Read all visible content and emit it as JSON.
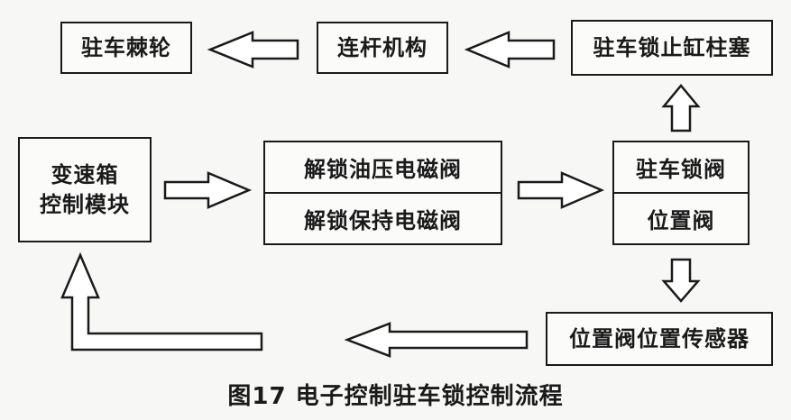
{
  "nodes": {
    "parking_pawl": "驻车棘轮",
    "linkage": "连杆机构",
    "lock_cylinder_plunger": "驻车锁止缸柱塞",
    "tcm_line1": "变速箱",
    "tcm_line2": "控制模块",
    "unlock_pressure_solenoid": "解锁油压电磁阀",
    "unlock_hold_solenoid": "解锁保持电磁阀",
    "parking_lock_valve": "驻车锁阀",
    "position_valve": "位置阀",
    "position_sensor": "位置阀位置传感器"
  },
  "caption": "图17 电子控制驻车锁控制流程"
}
